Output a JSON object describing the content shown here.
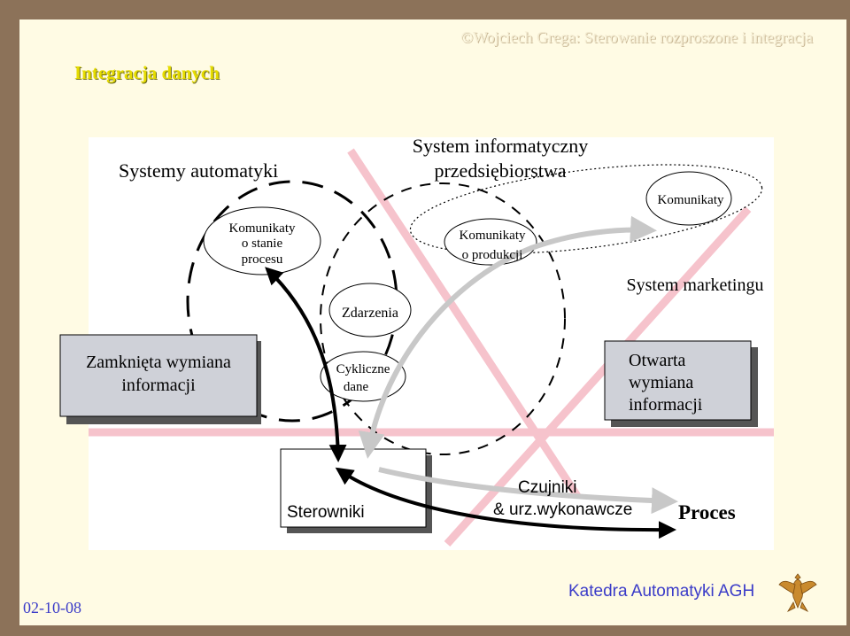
{
  "header": {
    "credit": "©Wojciech Grega:  Sterowanie rozproszone i integracja",
    "title": "Integracja danych"
  },
  "diagram": {
    "systemy_automatyki": "Systemy automatyki",
    "system_informatyczny": [
      "System informatyczny",
      "przedsiębiorstwa"
    ],
    "komunikaty_stan": [
      "Komunikaty",
      "o stanie",
      "procesu"
    ],
    "komunikaty_produkcja": [
      "Komunikaty",
      "o  produkcji"
    ],
    "komunikaty": "Komunikaty",
    "system_marketingu": "System marketingu",
    "zdarzenia": "Zdarzenia",
    "cykliczne_dane": [
      "Cykliczne",
      "dane"
    ],
    "zamknieta": [
      "Zamknięta wymiana",
      "informacji"
    ],
    "otwarta": [
      "Otwarta",
      "wymiana",
      "informacji"
    ],
    "sterowniki": "Sterowniki",
    "czujniki": [
      "Czujniki",
      "& urz.wykonawcze"
    ],
    "proces": "Proces"
  },
  "footer": {
    "date": "02-10-08",
    "department": "Katedra Automatyki AGH"
  },
  "icons": {
    "logo": "agh-eagle-icon"
  },
  "colors": {
    "background": "#8c7259",
    "slide": "#fffbe4",
    "pink_lines": "#f6c3cc",
    "gray_arrows": "#c8c8c8",
    "title": "#e6dc00",
    "footer_text": "#3a3bc8"
  }
}
